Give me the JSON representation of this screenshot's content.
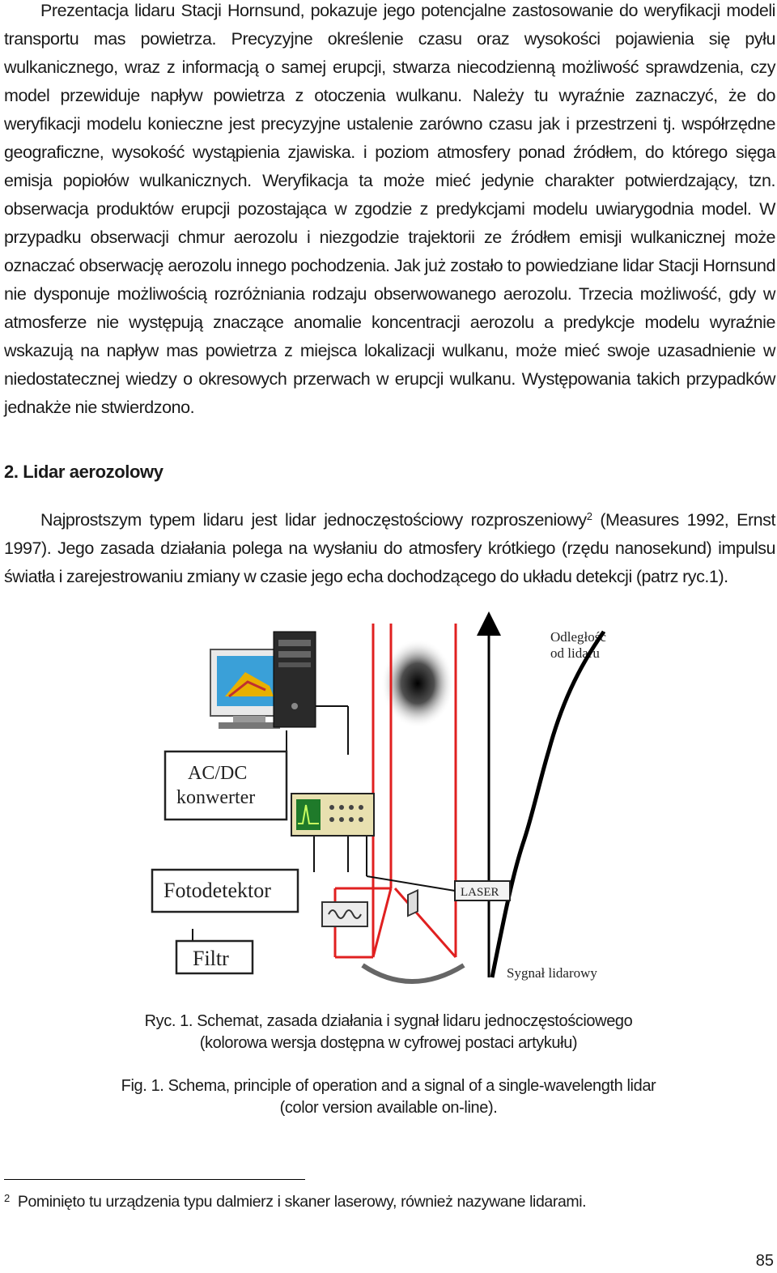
{
  "paragraph_1": "Prezentacja lidaru Stacji Hornsund, pokazuje jego potencjalne zastosowanie do weryfikacji modeli transportu mas powietrza. Precyzyjne określenie czasu oraz wysokości pojawienia się pyłu wulkanicznego, wraz z informacją o samej erupcji, stwarza niecodzienną możliwość sprawdzenia, czy model przewiduje napływ powietrza z otoczenia wulkanu. Należy tu wyraźnie zaznaczyć, że do weryfikacji modelu konieczne jest precyzyjne ustalenie zarówno czasu jak i przestrzeni tj. współrzędne geograficzne, wysokość wystąpienia zjawiska. i poziom atmosfery ponad źródłem, do którego sięga emisja popiołów wulkanicznych. Weryfikacja ta może mieć jedynie charakter potwierdzający, tzn. obserwacja produktów erupcji pozostająca w zgodzie z predykcjami modelu uwiarygodnia model. W przypadku obserwacji chmur aerozolu i niezgodzie trajektorii ze źródłem emisji wulkanicznej może oznaczać obserwację aerozolu innego pochodzenia. Jak już zostało to powiedziane lidar Stacji Hornsund nie dysponuje możliwością rozróżniania rodzaju obserwowanego aerozolu. Trzecia możliwość, gdy w atmosferze nie występują znaczące anomalie koncentracji aerozolu a predykcje modelu wyraźnie wskazują na napływ mas powietrza z miejsca lokalizacji wulkanu, może mieć swoje uzasadnienie w niedostatecznej wiedzy o okresowych przerwach w erupcji wulkanu. Występowania takich przypadków jednakże nie stwierdzono.",
  "section_heading": "2. Lidar aerozolowy",
  "paragraph_2_before_ref": "Najprostszym typem lidaru jest lidar jednoczęstościowy rozproszeniowy",
  "paragraph_2_ref": "2",
  "paragraph_2_after_ref": " (Measures 1992, Ernst 1997). Jego zasada działania polega na wysłaniu do atmosfery krótkiego (rzędu nanosekund) impulsu światła i zarejestrowaniu zmiany w czasie jego echa dochodzącego do układu detekcji (patrz ryc.1).",
  "figure": {
    "label_distance_line1": "Odległość",
    "label_distance_line2": "od lidaru",
    "label_acdc_line1": "AC/DC",
    "label_acdc_line2": "konwerter",
    "label_photodetector": "Fotodetektor",
    "label_filter": "Filtr",
    "label_laser": "LASER",
    "label_signal": "Sygnał lidarowy",
    "colors": {
      "laser_beam": "#e02020",
      "box_border": "#222222",
      "scope_bg": "#1f7a2a"
    }
  },
  "caption_pl_line1": "Ryc. 1. Schemat, zasada działania i sygnał lidaru jednoczęstościowego",
  "caption_pl_line2": "(kolorowa wersja dostępna w cyfrowej postaci artykułu)",
  "caption_en_line1": "Fig. 1. Schema, principle of operation and a signal of a single-wavelength lidar",
  "caption_en_line2": "(color version available on-line).",
  "footnote_mark": "2",
  "footnote_text": "Pominięto tu urządzenia typu dalmierz i skaner laserowy, również nazywane lidarami.",
  "page_number": "85"
}
